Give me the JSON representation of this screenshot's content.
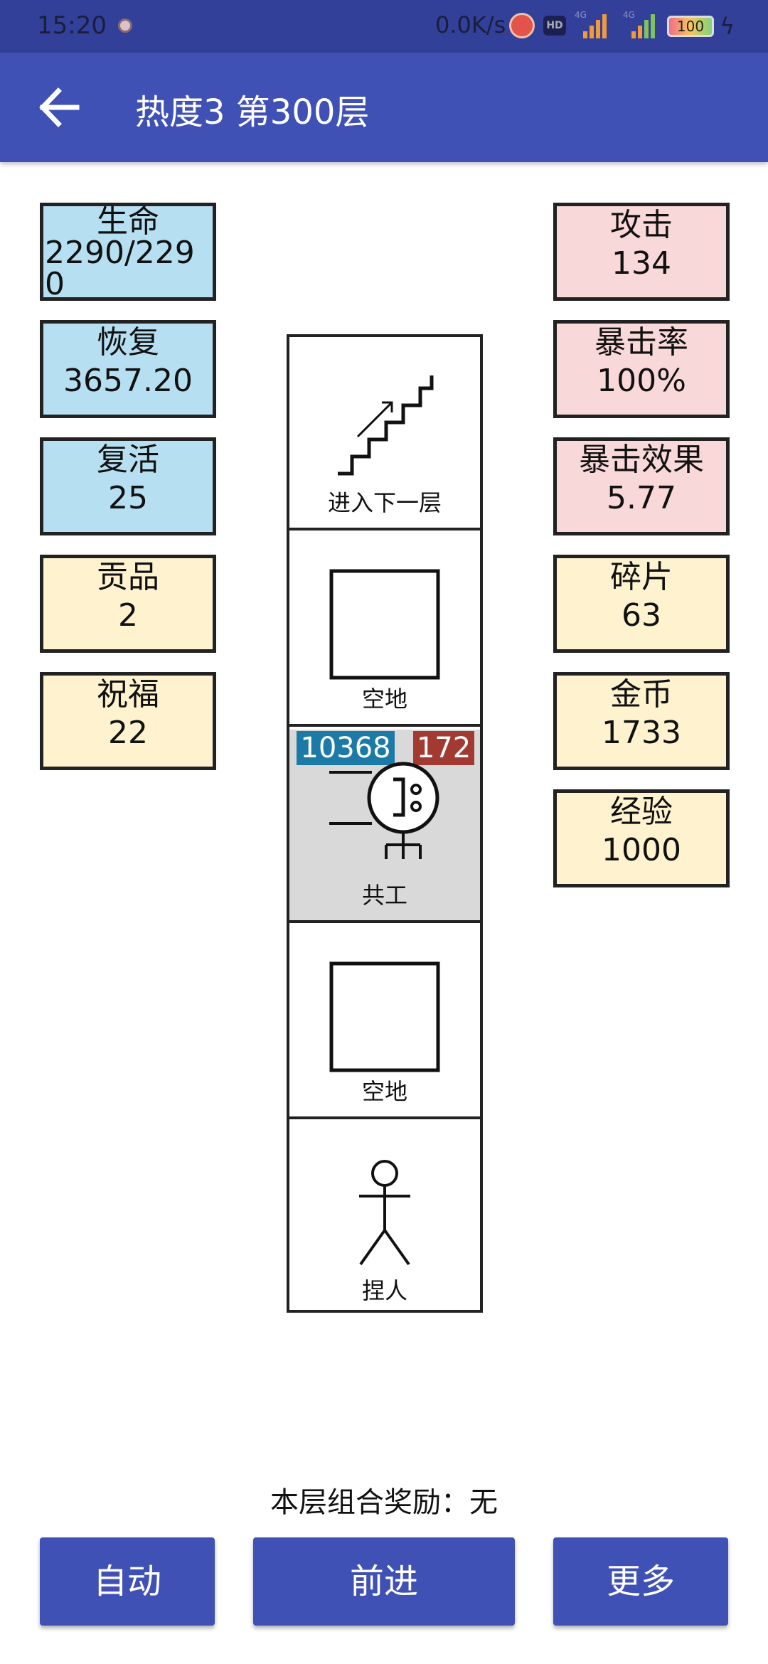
{
  "status_bar": {
    "time": "15:20",
    "net_speed": "0.0K/s",
    "hd_label": "HD",
    "network_type": "4G",
    "battery": "100"
  },
  "header": {
    "title": "热度3 第300层"
  },
  "left_stats": [
    {
      "label": "生命",
      "value": "2290/2290",
      "color": "#b6e0f1"
    },
    {
      "label": "恢复",
      "value": "3657.20",
      "color": "#b6e0f1"
    },
    {
      "label": "复活",
      "value": "25",
      "color": "#b6e0f1"
    },
    {
      "label": "贡品",
      "value": "2",
      "color": "#fff3cf"
    },
    {
      "label": "祝福",
      "value": "22",
      "color": "#fff3cf"
    }
  ],
  "right_stats": [
    {
      "label": "攻击",
      "value": "134",
      "color": "#f8d8d8"
    },
    {
      "label": "暴击率",
      "value": "100%",
      "color": "#f8d8d8"
    },
    {
      "label": "暴击效果",
      "value": "5.77",
      "color": "#f8d8d8"
    },
    {
      "label": "碎片",
      "value": "63",
      "color": "#fff3cf"
    },
    {
      "label": "金币",
      "value": "1733",
      "color": "#fff3cf"
    },
    {
      "label": "经验",
      "value": "1000",
      "color": "#fff3cf"
    }
  ],
  "tower": {
    "cells": [
      {
        "caption": "进入下一层",
        "icon": "stairs-icon"
      },
      {
        "caption": "空地",
        "icon": "empty-square-icon"
      },
      {
        "caption": "共工",
        "icon": "monster-icon",
        "hp": "10368",
        "attack": "172"
      },
      {
        "caption": "空地",
        "icon": "empty-square-icon"
      },
      {
        "caption": "捏人",
        "icon": "stick-figure-icon"
      }
    ]
  },
  "bonus_text": "本层组合奖励：无",
  "buttons": {
    "auto": "自动",
    "forward": "前进",
    "more": "更多"
  },
  "colors": {
    "app_bar": "#3f51b5",
    "status_bar": "#33409a",
    "hp_badge": "#1c7aa6",
    "attack_badge": "#a33a32"
  }
}
